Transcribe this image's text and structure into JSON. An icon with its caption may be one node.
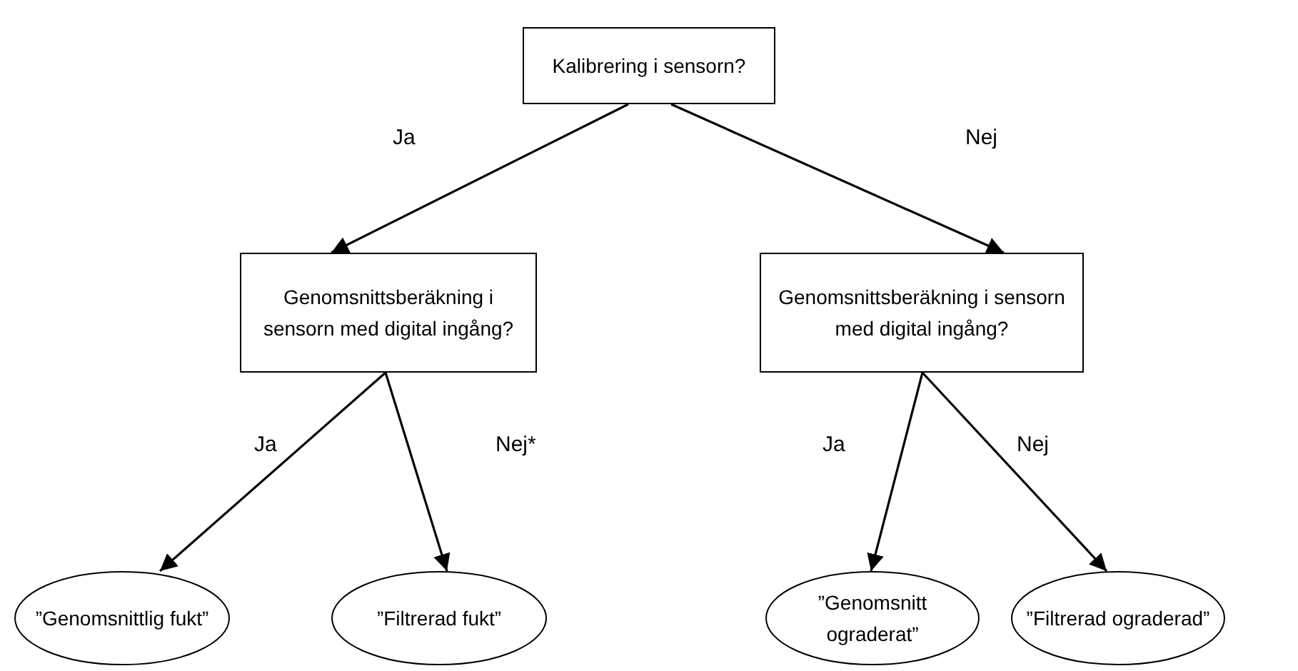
{
  "diagram": {
    "nodes": [
      {
        "text": [
          "Kalibrering i sensorn?"
        ]
      },
      {
        "text": [
          "Genomsnittsberäkning i sensorn med digital ingång?"
        ]
      },
      {
        "text": [
          "Genomsnittsberäkning i sensorn med digital ingång?"
        ]
      },
      {
        "text": [
          "”Genomsnittlig fukt”"
        ]
      },
      {
        "text": [
          "”Filtrerad fukt”"
        ]
      },
      {
        "text": [
          "”Genomsnitt ograderat”"
        ]
      },
      {
        "text": [
          "”Filtrerad ograderad”"
        ]
      }
    ],
    "edges": [
      {
        "from": 0,
        "to": 1,
        "arrow": "to",
        "label": "Ja"
      },
      {
        "from": 0,
        "to": 2,
        "arrow": "to",
        "label": "Nej"
      },
      {
        "from": 1,
        "to": 3,
        "arrow": "to",
        "label": "Ja"
      },
      {
        "from": 1,
        "to": 4,
        "arrow": "to",
        "label": "Nej*"
      },
      {
        "from": 2,
        "to": 5,
        "arrow": "to",
        "label": "Ja"
      },
      {
        "from": 2,
        "to": 6,
        "arrow": "to",
        "label": "Nej"
      }
    ]
  }
}
